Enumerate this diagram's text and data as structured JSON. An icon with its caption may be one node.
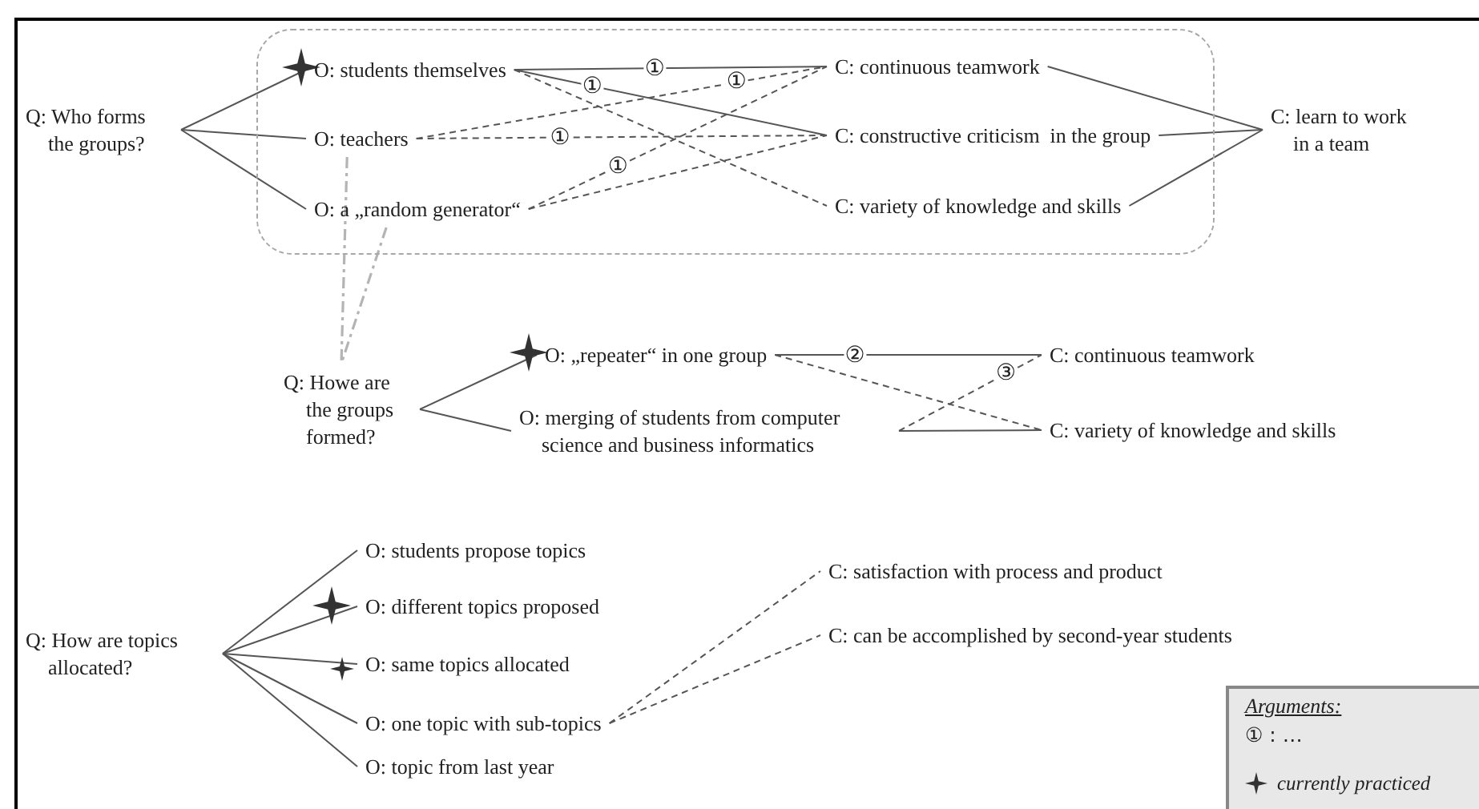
{
  "diagram": {
    "nodes": [
      {
        "text": [],
        "shape": "box"
      },
      {
        "text": [
          "Q: Who forms the groups?"
        ]
      },
      {
        "text": [
          "O: students themselves"
        ],
        "in": 0
      },
      {
        "text": [
          "O: teachers"
        ],
        "in": 0
      },
      {
        "text": [
          "O: a „random generator“"
        ],
        "in": 0
      },
      {
        "text": [
          "C: continuous teamwork"
        ],
        "in": 0
      },
      {
        "text": [
          "C: constructive criticism  in the group"
        ],
        "in": 0
      },
      {
        "text": [
          "C: variety of knowledge and skills"
        ],
        "in": 0
      },
      {
        "text": [
          "C: learn to work in a team"
        ]
      },
      {
        "text": [
          "Q: Howe are the groups formed?"
        ]
      },
      {
        "text": [
          "O: „repeater“ in one group"
        ]
      },
      {
        "text": [
          "O: merging of students from computer science and business informatics"
        ]
      },
      {
        "text": [
          "C: continuous teamwork"
        ]
      },
      {
        "text": [
          "C: variety of knowledge and skills"
        ]
      },
      {
        "text": [
          "Q: How are topics allocated?"
        ]
      },
      {
        "text": [
          "O: students propose topics"
        ]
      },
      {
        "text": [
          "O: different topics proposed"
        ]
      },
      {
        "text": [
          "O: same topics allocated"
        ]
      },
      {
        "text": [
          "O: one topic with sub-topics"
        ]
      },
      {
        "text": [
          "O: topic from last year"
        ]
      },
      {
        "text": [
          "C: satisfaction with process and product"
        ]
      },
      {
        "text": [
          "C: can be accomplished by second-year students"
        ]
      }
    ],
    "edges": [
      {
        "from": 1,
        "to": 2,
        "arrow": "none"
      },
      {
        "from": 1,
        "to": 3,
        "arrow": "none"
      },
      {
        "from": 1,
        "to": 4,
        "arrow": "none"
      },
      {
        "from": 2,
        "to": 5,
        "arrow": "none",
        "label": "①"
      },
      {
        "from": 2,
        "to": 6,
        "arrow": "none",
        "label": "①"
      },
      {
        "from": 2,
        "to": 7,
        "arrow": "none",
        "style": "dashed"
      },
      {
        "from": 3,
        "to": 5,
        "arrow": "none",
        "style": "dashed",
        "label": "①"
      },
      {
        "from": 3,
        "to": 6,
        "arrow": "none",
        "style": "dashed",
        "label": "①"
      },
      {
        "from": 4,
        "to": 5,
        "arrow": "none",
        "style": "dashed",
        "label": "①"
      },
      {
        "from": 4,
        "to": 6,
        "arrow": "none",
        "style": "dashed"
      },
      {
        "from": 5,
        "to": 8,
        "arrow": "none"
      },
      {
        "from": 6,
        "to": 8,
        "arrow": "none"
      },
      {
        "from": 7,
        "to": 8,
        "arrow": "none"
      },
      {
        "from": 3,
        "to": 9,
        "arrow": "none",
        "style": "dashed",
        "color": "#b4b4b4"
      },
      {
        "from": 4,
        "to": 9,
        "arrow": "none",
        "style": "dashed",
        "color": "#b4b4b4"
      },
      {
        "from": 9,
        "to": 10,
        "arrow": "none"
      },
      {
        "from": 9,
        "to": 11,
        "arrow": "none"
      },
      {
        "from": 10,
        "to": 12,
        "arrow": "none",
        "label": "②"
      },
      {
        "from": 10,
        "to": 13,
        "arrow": "none",
        "style": "dashed"
      },
      {
        "from": 11,
        "to": 12,
        "arrow": "none",
        "style": "dashed",
        "label": "③"
      },
      {
        "from": 11,
        "to": 13,
        "arrow": "none"
      },
      {
        "from": 14,
        "to": 15,
        "arrow": "none"
      },
      {
        "from": 14,
        "to": 16,
        "arrow": "none"
      },
      {
        "from": 14,
        "to": 17,
        "arrow": "none"
      },
      {
        "from": 14,
        "to": 18,
        "arrow": "none"
      },
      {
        "from": 14,
        "to": 19,
        "arrow": "none"
      },
      {
        "from": 18,
        "to": 20,
        "arrow": "none",
        "style": "dashed"
      },
      {
        "from": 18,
        "to": 21,
        "arrow": "none",
        "style": "dashed"
      }
    ],
    "labels": [
      "Arguments:"
    ],
    "legend": [
      {
        "text": "① : …"
      },
      {
        "text": "currently practiced"
      }
    ]
  }
}
